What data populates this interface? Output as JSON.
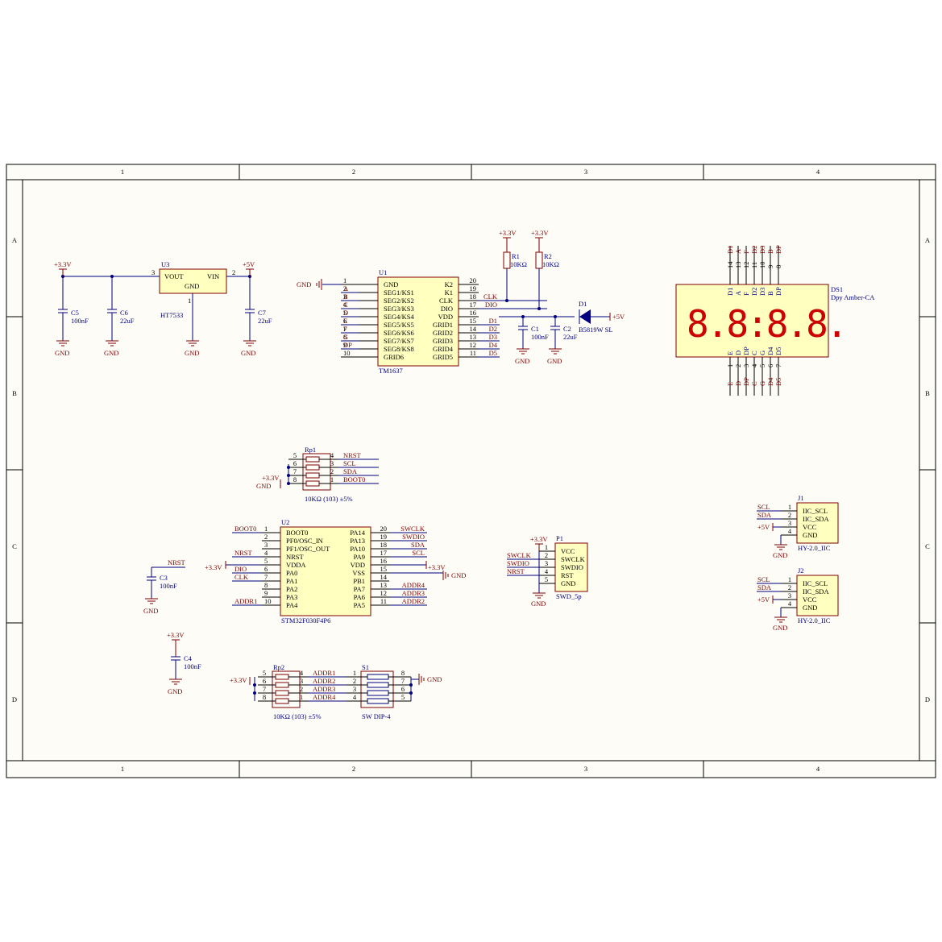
{
  "frame": {
    "cols": [
      "1",
      "2",
      "3",
      "4"
    ],
    "rows": [
      "A",
      "B",
      "C",
      "D"
    ]
  },
  "u3": {
    "ref": "U3",
    "part": "HT7533",
    "pins": {
      "vout": "VOUT",
      "vin": "VIN",
      "gnd": "GND",
      "p3": "3",
      "p2": "2",
      "p1": "1"
    },
    "in_power": "+3.3V",
    "out_power": "+5V"
  },
  "c5": {
    "ref": "C5",
    "value": "100nF"
  },
  "c6": {
    "ref": "C6",
    "value": "22uF"
  },
  "c7": {
    "ref": "C7",
    "value": "22uF"
  },
  "gnd": "GND",
  "u1": {
    "ref": "U1",
    "part": "TM1637",
    "left_pins": [
      {
        "num": "1",
        "name": "GND",
        "net": ""
      },
      {
        "num": "2",
        "name": "SEG1/KS1",
        "net": "A"
      },
      {
        "num": "3",
        "name": "SEG2/KS2",
        "net": "B"
      },
      {
        "num": "4",
        "name": "SEG3/KS3",
        "net": "C"
      },
      {
        "num": "5",
        "name": "SEG4/KS4",
        "net": "D"
      },
      {
        "num": "6",
        "name": "SEG5/KS5",
        "net": "E"
      },
      {
        "num": "7",
        "name": "SEG6/KS6",
        "net": "F"
      },
      {
        "num": "8",
        "name": "SEG7/KS7",
        "net": "G"
      },
      {
        "num": "9",
        "name": "SEG8/KS8",
        "net": "DP"
      },
      {
        "num": "10",
        "name": "GRID6",
        "net": ""
      }
    ],
    "right_pins": [
      {
        "num": "20",
        "name": "K2",
        "net": ""
      },
      {
        "num": "19",
        "name": "K1",
        "net": ""
      },
      {
        "num": "18",
        "name": "CLK",
        "net": "CLK"
      },
      {
        "num": "17",
        "name": "DIO",
        "net": "DIO"
      },
      {
        "num": "16",
        "name": "VDD",
        "net": ""
      },
      {
        "num": "15",
        "name": "GRID1",
        "net": "D1"
      },
      {
        "num": "14",
        "name": "GRID2",
        "net": "D2"
      },
      {
        "num": "13",
        "name": "GRID3",
        "net": "D3"
      },
      {
        "num": "12",
        "name": "GRID4",
        "net": "D4"
      },
      {
        "num": "11",
        "name": "GRID5",
        "net": "D5"
      }
    ]
  },
  "r1": {
    "ref": "R1",
    "value": "10KΩ",
    "power": "+3.3V"
  },
  "r2": {
    "ref": "R2",
    "value": "10KΩ",
    "power": "+3.3V"
  },
  "c1": {
    "ref": "C1",
    "value": "100nF"
  },
  "c2": {
    "ref": "C2",
    "value": "22uF"
  },
  "d1": {
    "ref": "D1",
    "part": "B5819W  SL",
    "power": "+5V"
  },
  "ds1": {
    "ref": "DS1",
    "part": "Dpy Amber-CA",
    "digits": "8.8:8.8.",
    "top_pins": [
      {
        "num": "14",
        "name": "D1"
      },
      {
        "num": "13",
        "name": "A"
      },
      {
        "num": "12",
        "name": "F"
      },
      {
        "num": "11",
        "name": "D2"
      },
      {
        "num": "10",
        "name": "D3"
      },
      {
        "num": "9",
        "name": "B"
      },
      {
        "num": "8",
        "name": "DP"
      }
    ],
    "bottom_pins": [
      {
        "num": "1",
        "name": "E"
      },
      {
        "num": "2",
        "name": "D"
      },
      {
        "num": "3",
        "name": "DP"
      },
      {
        "num": "4",
        "name": "C"
      },
      {
        "num": "5",
        "name": "G"
      },
      {
        "num": "6",
        "name": "D4"
      },
      {
        "num": "7",
        "name": "D5"
      }
    ]
  },
  "rp1": {
    "ref": "Rp1",
    "value": "10KΩ (103) ±5%",
    "rows": [
      {
        "l": "5",
        "r": "4",
        "net": "NRST"
      },
      {
        "l": "6",
        "r": "3",
        "net": "SCL"
      },
      {
        "l": "7",
        "r": "2",
        "net": "SDA"
      },
      {
        "l": "8",
        "r": "1",
        "net": "BOOT0"
      }
    ],
    "power": "+3.3V"
  },
  "u2": {
    "ref": "U2",
    "part": "STM32F030F4P6",
    "left_pins": [
      {
        "num": "1",
        "name": "BOOT0",
        "net": "BOOT0"
      },
      {
        "num": "2",
        "name": "PF0/OSC_IN",
        "net": ""
      },
      {
        "num": "3",
        "name": "PF1/OSC_OUT",
        "net": ""
      },
      {
        "num": "4",
        "name": "NRST",
        "net": "NRST"
      },
      {
        "num": "5",
        "name": "VDDA",
        "net": "+3.3V"
      },
      {
        "num": "6",
        "name": "PA0",
        "net": "DIO"
      },
      {
        "num": "7",
        "name": "PA1",
        "net": "CLK"
      },
      {
        "num": "8",
        "name": "PA2",
        "net": ""
      },
      {
        "num": "9",
        "name": "PA3",
        "net": ""
      },
      {
        "num": "10",
        "name": "PA4",
        "net": "ADDR1"
      }
    ],
    "right_pins": [
      {
        "num": "20",
        "name": "PA14",
        "net": "SWCLK"
      },
      {
        "num": "19",
        "name": "PA13",
        "net": "SWDIO"
      },
      {
        "num": "18",
        "name": "PA10",
        "net": "SDA"
      },
      {
        "num": "17",
        "name": "PA9",
        "net": "SCL"
      },
      {
        "num": "16",
        "name": "VDD",
        "net": "+3.3V"
      },
      {
        "num": "15",
        "name": "VSS",
        "net": "GND"
      },
      {
        "num": "14",
        "name": "PB1",
        "net": ""
      },
      {
        "num": "13",
        "name": "PA7",
        "net": "ADDR4"
      },
      {
        "num": "12",
        "name": "PA6",
        "net": "ADDR3"
      },
      {
        "num": "11",
        "name": "PA5",
        "net": "ADDR2"
      }
    ]
  },
  "c3": {
    "ref": "C3",
    "value": "100nF",
    "net": "NRST"
  },
  "c4": {
    "ref": "C4",
    "value": "100nF",
    "power": "+3.3V"
  },
  "p1": {
    "ref": "P1",
    "part": "SWD_5p",
    "power": "+3.3V",
    "pins": [
      {
        "num": "1",
        "name": "VCC",
        "net": ""
      },
      {
        "num": "2",
        "name": "SWCLK",
        "net": "SWCLK"
      },
      {
        "num": "3",
        "name": "SWDIO",
        "net": "SWDIO"
      },
      {
        "num": "4",
        "name": "RST",
        "net": "NRST"
      },
      {
        "num": "5",
        "name": "GND",
        "net": ""
      }
    ]
  },
  "j1": {
    "ref": "J1",
    "part": "HY-2.0_IIC",
    "pins": [
      {
        "num": "1",
        "name": "IIC_SCL",
        "net": "SCL"
      },
      {
        "num": "2",
        "name": "IIC_SDA",
        "net": "SDA"
      },
      {
        "num": "3",
        "name": "VCC",
        "net": "+5V"
      },
      {
        "num": "4",
        "name": "GND",
        "net": ""
      }
    ]
  },
  "j2": {
    "ref": "J2",
    "part": "HY-2.0_IIC",
    "pins": [
      {
        "num": "1",
        "name": "IIC_SCL",
        "net": "SCL"
      },
      {
        "num": "2",
        "name": "IIC_SDA",
        "net": "SDA"
      },
      {
        "num": "3",
        "name": "VCC",
        "net": "+5V"
      },
      {
        "num": "4",
        "name": "GND",
        "net": ""
      }
    ]
  },
  "rp2": {
    "ref": "Rp2",
    "value": "10KΩ (103) ±5%",
    "power": "+3.3V",
    "rows": [
      {
        "l": "5",
        "r": "4",
        "net": "ADDR1"
      },
      {
        "l": "6",
        "r": "3",
        "net": "ADDR2"
      },
      {
        "l": "7",
        "r": "2",
        "net": "ADDR3"
      },
      {
        "l": "8",
        "r": "1",
        "net": "ADDR4"
      }
    ]
  },
  "s1": {
    "ref": "S1",
    "part": "SW DIP-4",
    "rows": [
      {
        "l": "1",
        "r": "8"
      },
      {
        "l": "2",
        "r": "7"
      },
      {
        "l": "3",
        "r": "6"
      },
      {
        "l": "4",
        "r": "5"
      }
    ]
  }
}
